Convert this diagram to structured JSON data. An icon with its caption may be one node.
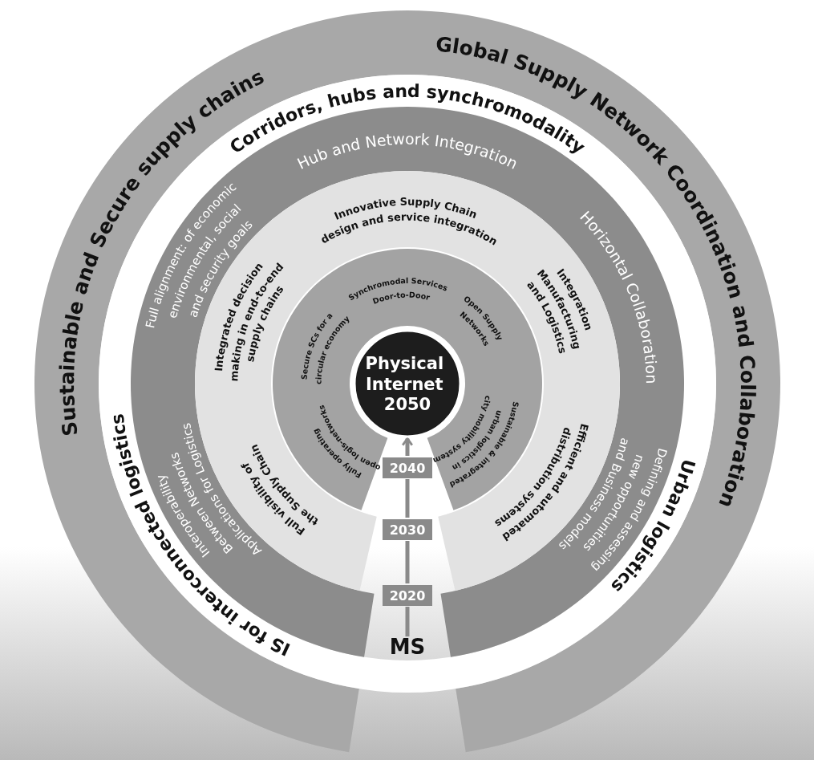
{
  "diagram": {
    "nodes": [
      {
        "text": [
          "Global Supply Network Coordination and Collaboration"
        ]
      },
      {
        "text": [
          "Sustainable and Secure supply chains"
        ]
      },
      {
        "text": [
          "Corridors, hubs and synchromodality"
        ]
      },
      {
        "text": [
          "Hub and Network Integration"
        ]
      },
      {
        "text": [
          "Horizontal Collaboration"
        ]
      },
      {
        "text": [
          "Full alignment: of economic environmental, social and security goals"
        ]
      },
      {
        "text": [
          "Innovative Supply Chain design and service integration"
        ]
      },
      {
        "text": [
          "Integrated decision making in end-to-end supply chains"
        ]
      },
      {
        "text": [
          "Integration Manufacturing and Logistics"
        ]
      },
      {
        "text": [
          "Synchromodal Services Door-to-Door"
        ]
      },
      {
        "text": [
          "Secure SCs for a circular economy"
        ]
      },
      {
        "text": [
          "Open Supply Networks"
        ]
      },
      {
        "text": [
          "Physical Internet 2050"
        ]
      },
      {
        "text": [
          "Sustainable & integrated urban logistics in city mobility system"
        ]
      },
      {
        "text": [
          "Fully operating open logis-networks"
        ]
      },
      {
        "text": [
          "2040"
        ]
      },
      {
        "text": [
          "Efficient and automated distribution systems"
        ]
      },
      {
        "text": [
          "Full visibility of the Supply Chain"
        ]
      },
      {
        "text": [
          "Interoperability Between Networks Applications for Logistics"
        ]
      },
      {
        "text": [
          "Defining and assessing new opportunities and Business models"
        ]
      },
      {
        "text": [
          "Urban logistics"
        ]
      },
      {
        "text": [
          "2030"
        ]
      },
      {
        "text": [
          "IS for interconnected logistics"
        ]
      },
      {
        "text": [
          "2020"
        ]
      },
      {
        "text": [
          "MS"
        ]
      }
    ],
    "edges": [
      {
        "from": 24,
        "to": 23,
        "arrow": "none"
      },
      {
        "from": 23,
        "to": 21,
        "arrow": "none"
      },
      {
        "from": 21,
        "to": 15,
        "arrow": "none"
      },
      {
        "from": 15,
        "to": 12,
        "arrow": "to"
      }
    ]
  }
}
